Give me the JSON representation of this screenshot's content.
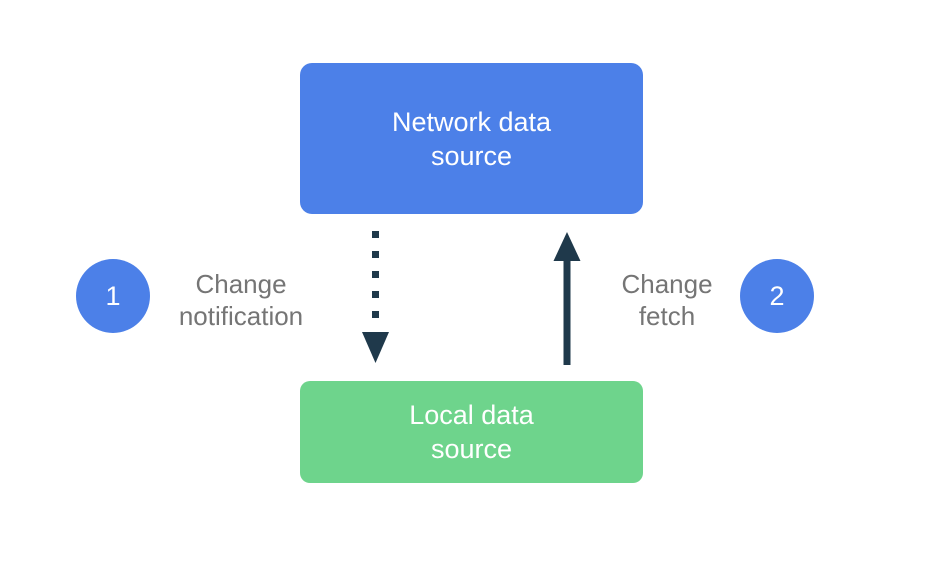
{
  "colors": {
    "background": "#FFFFFF",
    "network_node": "#4C80E8",
    "local_node": "#6ED48C",
    "badge": "#4C80E8",
    "badge_text": "#FFFFFF",
    "node_text": "#FFFFFF",
    "arrow": "#1F394B",
    "step_label_text": "#757575"
  },
  "nodes": {
    "network": {
      "lines": [
        "Network data",
        "source"
      ]
    },
    "local": {
      "lines": [
        "Local data",
        "source"
      ]
    }
  },
  "steps": [
    {
      "number": "1",
      "lines": [
        "Change",
        "notification"
      ]
    },
    {
      "number": "2",
      "lines": [
        "Change",
        "fetch"
      ]
    }
  ],
  "edges": [
    {
      "from": "network",
      "to": "local",
      "style": "dotted",
      "step": "1"
    },
    {
      "from": "local",
      "to": "network",
      "style": "solid",
      "step": "2"
    }
  ]
}
